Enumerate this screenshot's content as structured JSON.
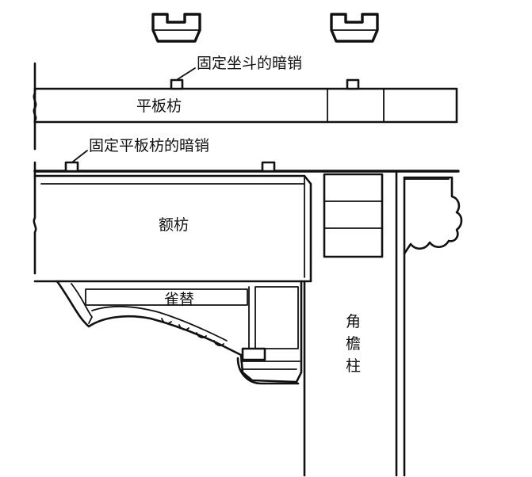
{
  "labels": {
    "dou_pin": "固定坐斗的暗销",
    "pingbanfang": "平板枋",
    "banfang_pin": "固定平板枋的暗销",
    "efang": "额枋",
    "queti": "雀替",
    "column": [
      "角",
      "檐",
      "柱"
    ]
  }
}
